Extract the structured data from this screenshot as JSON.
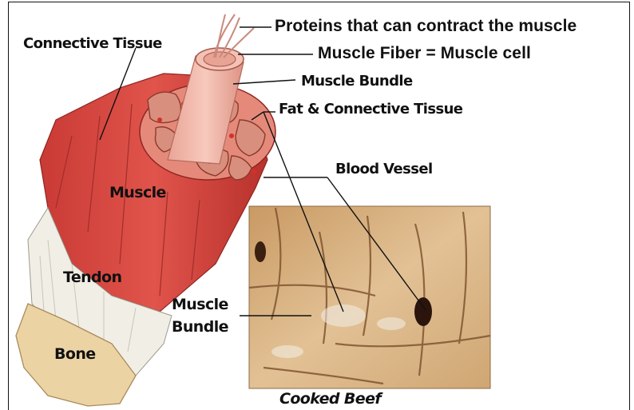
{
  "labels": {
    "proteins": "Proteins that can contract the muscle",
    "muscle_fiber": "Muscle Fiber = Muscle cell",
    "muscle_bundle_top": "Muscle Bundle",
    "fat_connective": "Fat & Connective Tissue",
    "connective_tissue": "Connective Tissue",
    "blood_vessel": "Blood Vessel",
    "muscle": "Muscle",
    "tendon": "Tendon",
    "bone": "Bone",
    "muscle_bundle_left_line1": "Muscle",
    "muscle_bundle_left_line2": "Bundle",
    "cooked_beef": "Cooked Beef"
  },
  "colors": {
    "muscle_red": "#d8463f",
    "muscle_dark": "#b23430",
    "fiber_pink": "#f1b3a6",
    "tendon_white": "#f1eee6",
    "bone_tan": "#ecd3a4",
    "beef_tan": "#d8b380",
    "vessel_dark": "#2a140c"
  }
}
